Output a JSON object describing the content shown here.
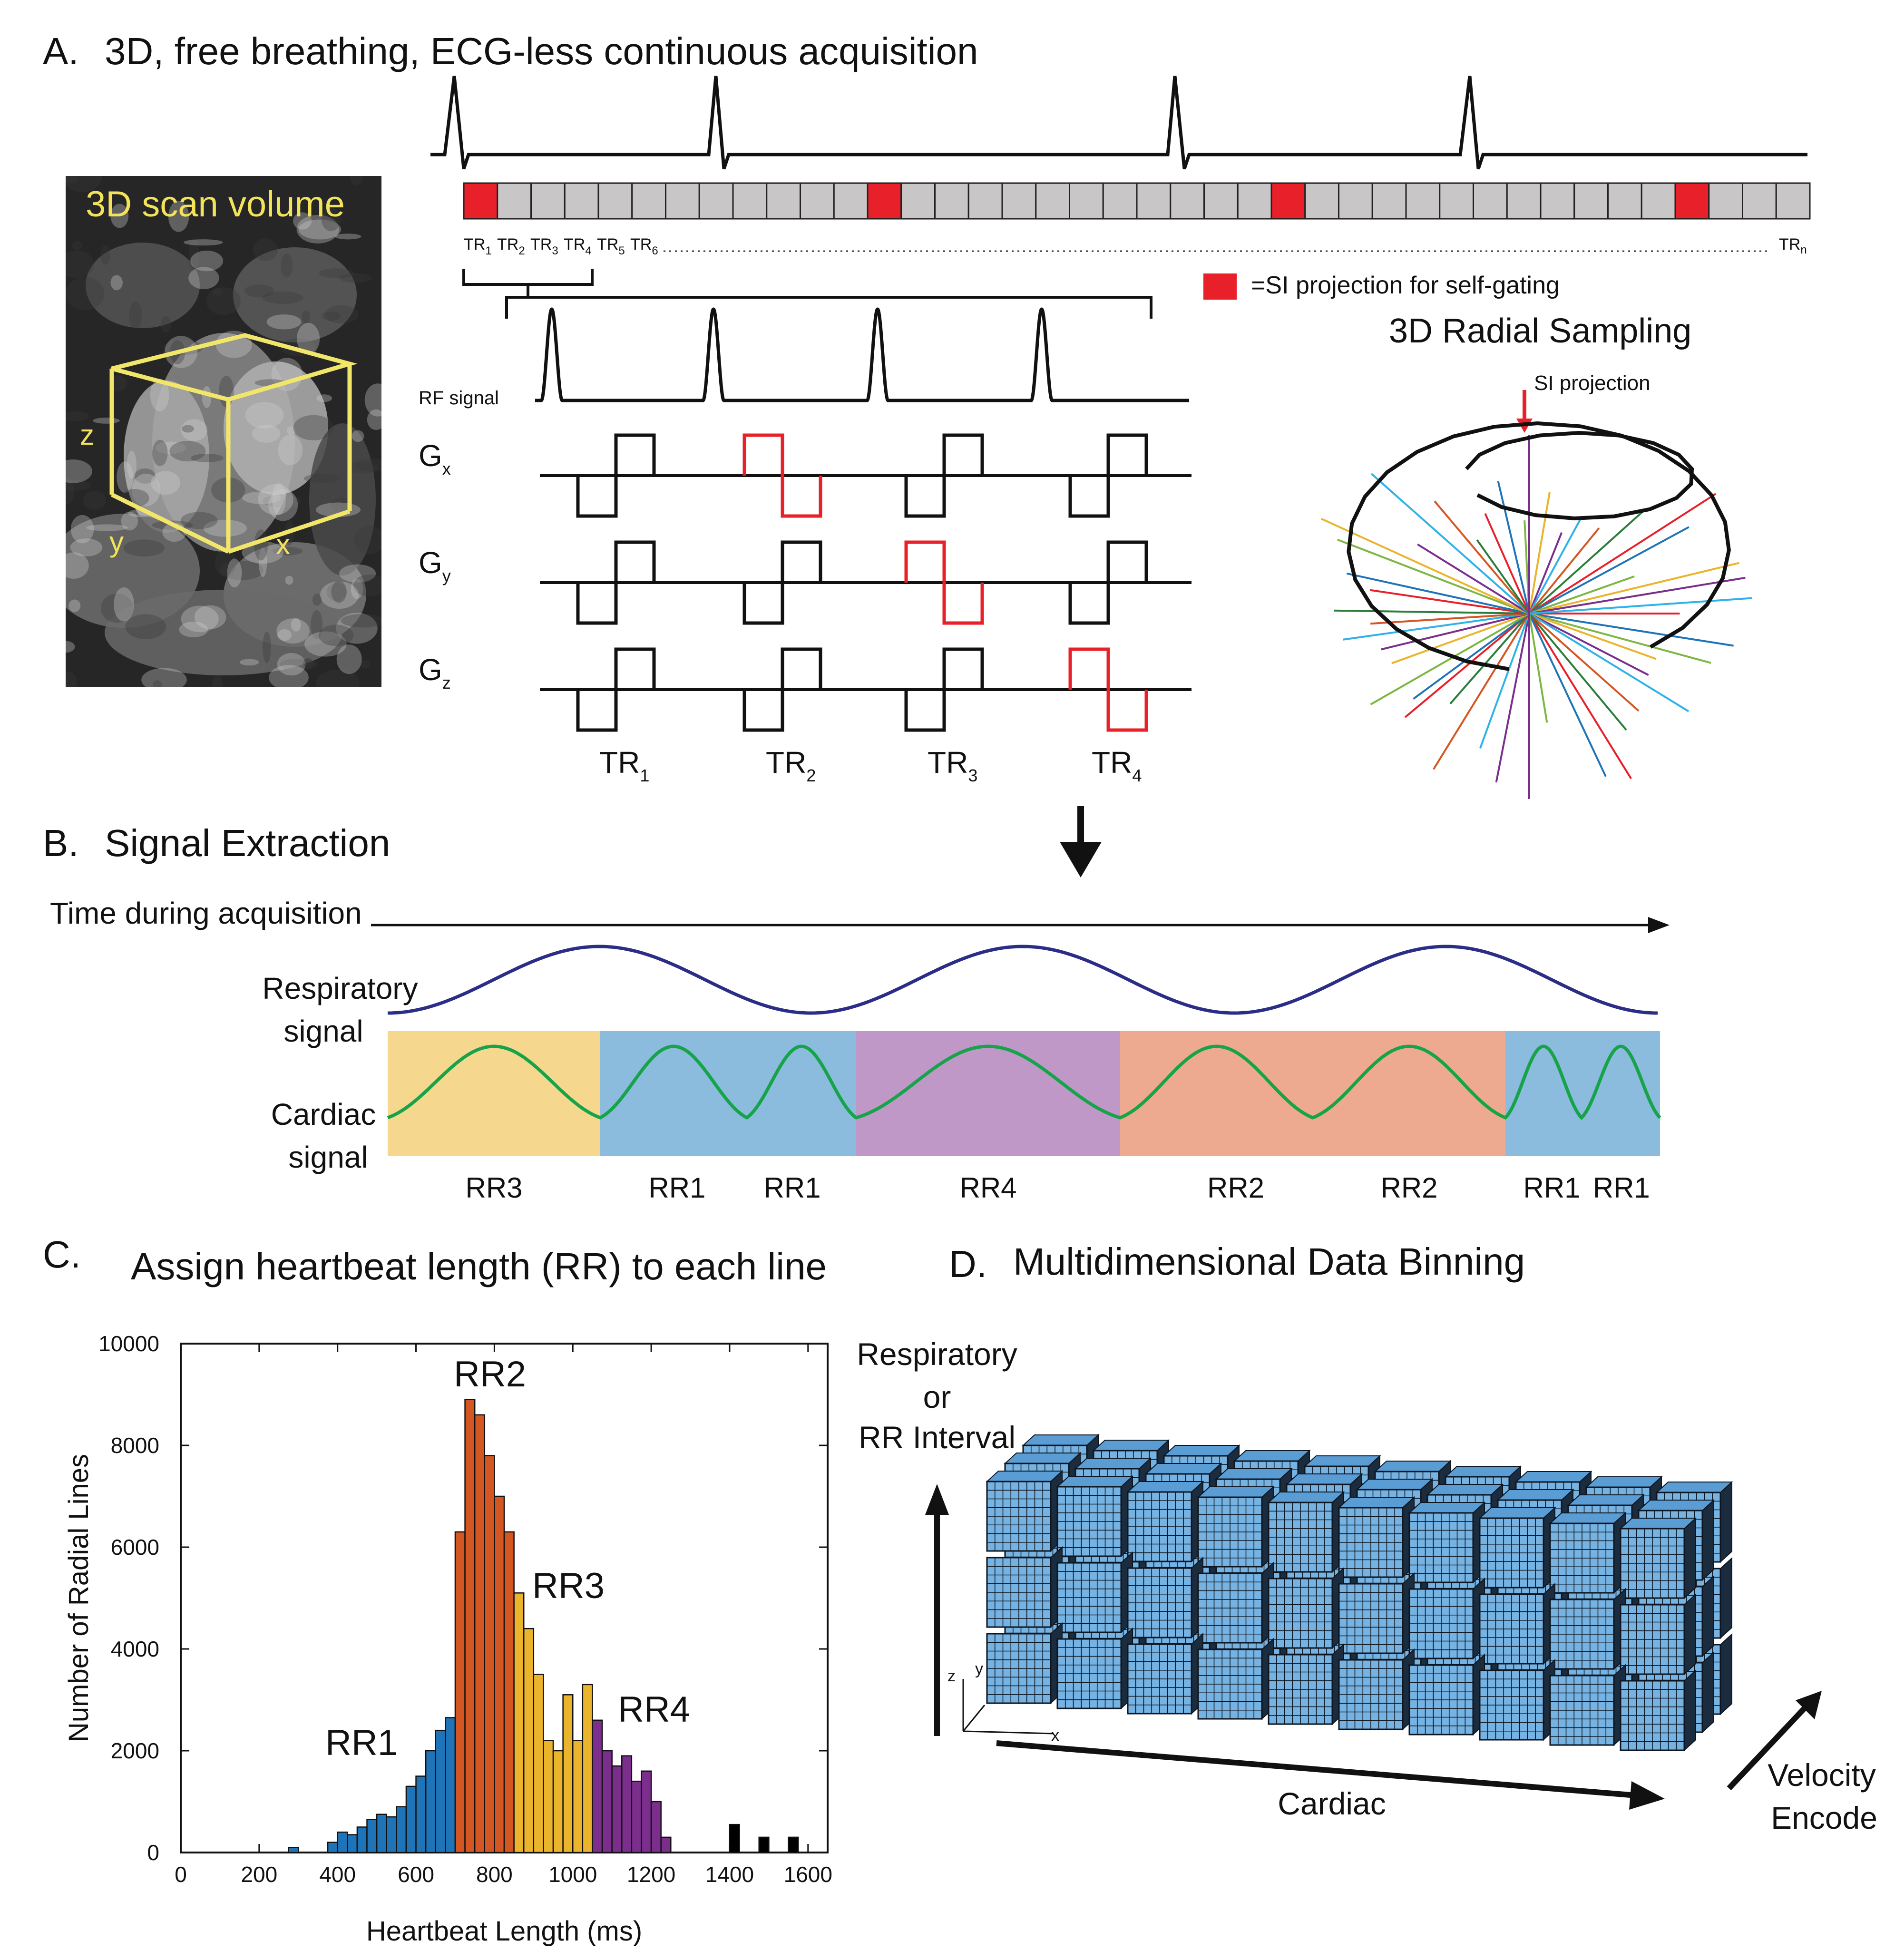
{
  "panel_a": {
    "letter": "A.",
    "title": "3D, free breathing, ECG-less continuous acquisition",
    "mri_label": "3D scan volume",
    "axis_z": "z",
    "axis_y": "y",
    "axis_x": "x",
    "tr_row": [
      {
        "base": "TR",
        "sub": "1"
      },
      {
        "base": "TR",
        "sub": "2"
      },
      {
        "base": "TR",
        "sub": "3"
      },
      {
        "base": "TR",
        "sub": "4"
      },
      {
        "base": "TR",
        "sub": "5"
      },
      {
        "base": "TR",
        "sub": "6"
      }
    ],
    "tr_end": {
      "base": "TR",
      "sub": "n"
    },
    "legend_text": "=SI projection for self-gating",
    "rf_label": "RF signal",
    "gradients": [
      {
        "base": "G",
        "sub": "x"
      },
      {
        "base": "G",
        "sub": "y"
      },
      {
        "base": "G",
        "sub": "z"
      }
    ],
    "tr_bottom": [
      {
        "base": "TR",
        "sub": "1"
      },
      {
        "base": "TR",
        "sub": "2"
      },
      {
        "base": "TR",
        "sub": "3"
      },
      {
        "base": "TR",
        "sub": "4"
      }
    ],
    "radial_title": "3D Radial Sampling",
    "si_label": "SI projection",
    "colors": {
      "highlight": "#e8202a",
      "cell": "#c8c6c6",
      "mri_label": "#f2e35a",
      "box": "#f2e66a"
    }
  },
  "panel_b": {
    "letter": "B.",
    "title": "Signal Extraction",
    "time_label": "Time during acquisition",
    "resp_label": [
      "Respiratory",
      "signal"
    ],
    "card_label": [
      "Cardiac",
      "signal"
    ],
    "segments": [
      {
        "color": "#f5d88e",
        "labels": [
          "RR3"
        ]
      },
      {
        "color": "#8bbcdd",
        "labels": [
          "RR1",
          "RR1"
        ]
      },
      {
        "color": "#bf98c8",
        "labels": [
          "RR4"
        ]
      },
      {
        "color": "#eeaa91",
        "labels": [
          "RR2",
          "RR2"
        ]
      },
      {
        "color": "#8bbcdd",
        "labels": [
          "RR1",
          "RR1"
        ]
      }
    ],
    "colors": {
      "resp": "#2b2d86",
      "cardiac": "#17a34a"
    }
  },
  "panel_c": {
    "letter": "C.",
    "title": "Assign heartbeat length (RR) to each line"
  },
  "panel_d": {
    "letter": "D.",
    "title": "Multidimensional Data Binning",
    "vertical_label": [
      "Respiratory",
      "or",
      "RR Interval"
    ],
    "horizontal_label": "Cardiac",
    "depth_label": [
      "Velocity",
      "Encode"
    ],
    "axis_z": "z",
    "axis_y": "y",
    "axis_x": "x",
    "cube_colors": {
      "front": "#76b3e3",
      "top": "#5a9cd4",
      "side": "#1a2c3e"
    }
  },
  "chart_data": {
    "type": "bar",
    "xlabel": "Heartbeat Length (ms)",
    "ylabel": "Number of Radial Lines",
    "xlim": [
      0,
      1650
    ],
    "ylim": [
      0,
      10000
    ],
    "xticks": [
      0,
      200,
      400,
      600,
      800,
      1000,
      1200,
      1400,
      1600
    ],
    "yticks": [
      0,
      2000,
      4000,
      6000,
      8000,
      10000
    ],
    "bin_width": 25,
    "series": [
      {
        "name": "RR1",
        "color": "#1f74b8",
        "x": [
          287.5,
          387.5,
          412.5,
          437.5,
          462.5,
          487.5,
          512.5,
          537.5,
          562.5,
          587.5,
          612.5,
          637.5,
          662.5,
          687.5
        ],
        "values": [
          100,
          200,
          400,
          350,
          500,
          650,
          750,
          700,
          900,
          1300,
          1500,
          2000,
          2400,
          2650
        ]
      },
      {
        "name": "RR2",
        "color": "#d45723",
        "x": [
          712.5,
          737.5,
          762.5,
          787.5,
          812.5,
          837.5
        ],
        "values": [
          6300,
          8900,
          8600,
          7800,
          7000,
          6300
        ]
      },
      {
        "name": "RR3",
        "color": "#eab42c",
        "x": [
          862.5,
          887.5,
          912.5,
          937.5,
          962.5,
          987.5,
          1012.5,
          1037.5
        ],
        "values": [
          5100,
          4400,
          3500,
          2200,
          2000,
          3100,
          2200,
          3300
        ]
      },
      {
        "name": "RR4",
        "color": "#7b2e8c",
        "x": [
          1062.5,
          1087.5,
          1112.5,
          1137.5,
          1162.5,
          1187.5,
          1212.5,
          1237.5
        ],
        "values": [
          2600,
          2000,
          1700,
          1900,
          1400,
          1600,
          1000,
          300
        ]
      },
      {
        "name": "",
        "color": "#000000",
        "x": [
          1412.5,
          1487.5,
          1562.5
        ],
        "values": [
          550,
          300,
          300
        ]
      }
    ],
    "annotations": [
      "RR1",
      "RR2",
      "RR3",
      "RR4"
    ]
  }
}
